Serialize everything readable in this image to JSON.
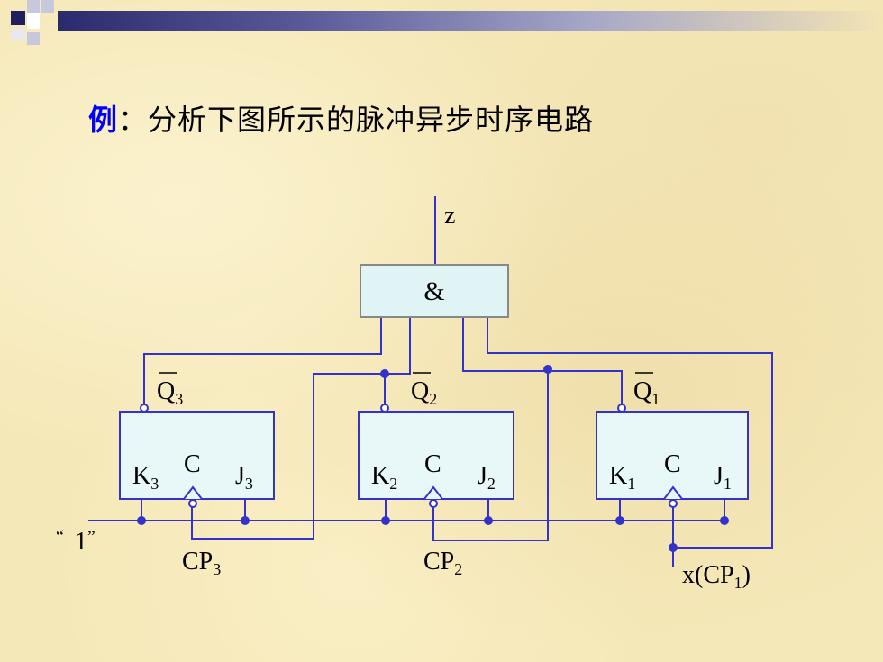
{
  "title": {
    "lead": "例",
    "separator": "：",
    "text": "分析下图所示的脉冲异步时序电路"
  },
  "colors": {
    "wire": "#3333cc",
    "block_fill": "#e8f8f8",
    "gate_fill": "#e0f4f6",
    "gate_stroke": "#888888",
    "lead_text": "#0000ff"
  },
  "diagram": {
    "output_label": "z",
    "gate_symbol": "&",
    "constant_label_open": "“",
    "constant_label_value": "1",
    "constant_label_close": "”",
    "flipflops": [
      {
        "name": "ff3",
        "qbar_label": "Q",
        "qbar_sub": "3",
        "k_label": "K",
        "k_sub": "3",
        "c_label": "C",
        "j_label": "J",
        "j_sub": "3",
        "clock_label": "CP",
        "clock_sub": "3"
      },
      {
        "name": "ff2",
        "qbar_label": "Q",
        "qbar_sub": "2",
        "k_label": "K",
        "k_sub": "2",
        "c_label": "C",
        "j_label": "J",
        "j_sub": "2",
        "clock_label": "CP",
        "clock_sub": "2"
      },
      {
        "name": "ff1",
        "qbar_label": "Q",
        "qbar_sub": "1",
        "k_label": "K",
        "k_sub": "1",
        "c_label": "C",
        "j_label": "J",
        "j_sub": "1",
        "clock_label": "x(CP",
        "clock_sub": "1",
        "clock_close": ")"
      }
    ]
  }
}
